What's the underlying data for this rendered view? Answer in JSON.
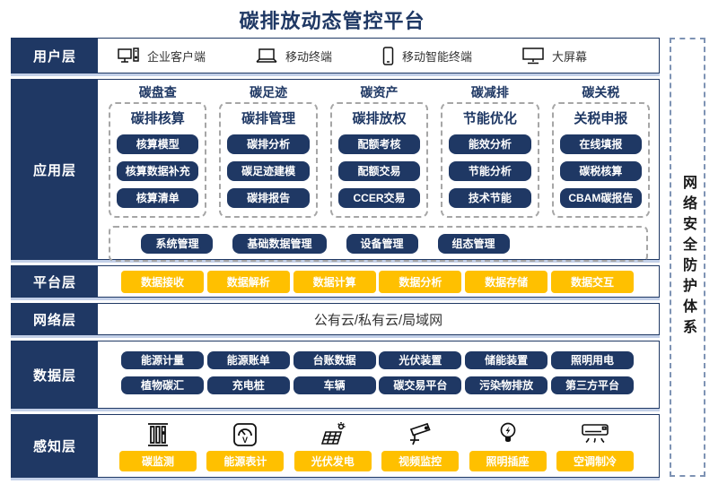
{
  "title": "碳排放动态管控平台",
  "security_sidebar": {
    "label": "网络安全防护体系"
  },
  "colors": {
    "navy": "#1f3864",
    "orange": "#ffc000",
    "shadow_blue": "#c3d0e8",
    "dash_grey": "#a6a6a6",
    "sidebar_dash": "#7e93b4"
  },
  "layers": {
    "user": {
      "label": "用户层",
      "items": [
        {
          "icon": "desktop-computer-icon",
          "label": "企业客户端"
        },
        {
          "icon": "laptop-icon",
          "label": "移动终端"
        },
        {
          "icon": "smartphone-icon",
          "label": "移动智能终端"
        },
        {
          "icon": "big-screen-icon",
          "label": "大屏幕"
        }
      ]
    },
    "application": {
      "label": "应用层",
      "columns": [
        {
          "header": "碳盘查",
          "title": "碳排核算",
          "items": [
            "核算模型",
            "核算数据补充",
            "核算清单"
          ]
        },
        {
          "header": "碳足迹",
          "title": "碳排管理",
          "items": [
            "碳排分析",
            "碳足迹建模",
            "碳排报告"
          ]
        },
        {
          "header": "碳资产",
          "title": "碳排放权",
          "items": [
            "配额考核",
            "配额交易",
            "CCER交易"
          ]
        },
        {
          "header": "碳减排",
          "title": "节能优化",
          "items": [
            "能效分析",
            "节能分析",
            "技术节能"
          ]
        },
        {
          "header": "碳关税",
          "title": "关税申报",
          "items": [
            "在线填报",
            "碳税核算",
            "CBAM碳报告"
          ]
        }
      ],
      "management_items": [
        "系统管理",
        "基础数据管理",
        "设备管理",
        "组态管理"
      ]
    },
    "platform": {
      "label": "平台层",
      "items": [
        "数据接收",
        "数据解析",
        "数据计算",
        "数据分析",
        "数据存储",
        "数据交互"
      ]
    },
    "network": {
      "label": "网络层",
      "text": "公有云/私有云/局域网"
    },
    "data": {
      "label": "数据层",
      "rows": [
        [
          "能源计量",
          "能源账单",
          "台账数据",
          "光伏装置",
          "储能装置",
          "照明用电"
        ],
        [
          "植物碳汇",
          "充电桩",
          "车辆",
          "碳交易平台",
          "污染物排放",
          "第三方平台"
        ]
      ]
    },
    "perception": {
      "label": "感知层",
      "items": [
        {
          "icon": "carbon-monitor-icon",
          "label": "碳监测"
        },
        {
          "icon": "energy-meter-icon",
          "label": "能源表计"
        },
        {
          "icon": "solar-panel-icon",
          "label": "光伏发电"
        },
        {
          "icon": "cctv-camera-icon",
          "label": "视频监控"
        },
        {
          "icon": "light-bulb-icon",
          "label": "照明插座"
        },
        {
          "icon": "air-conditioner-icon",
          "label": "空调制冷"
        }
      ]
    }
  }
}
